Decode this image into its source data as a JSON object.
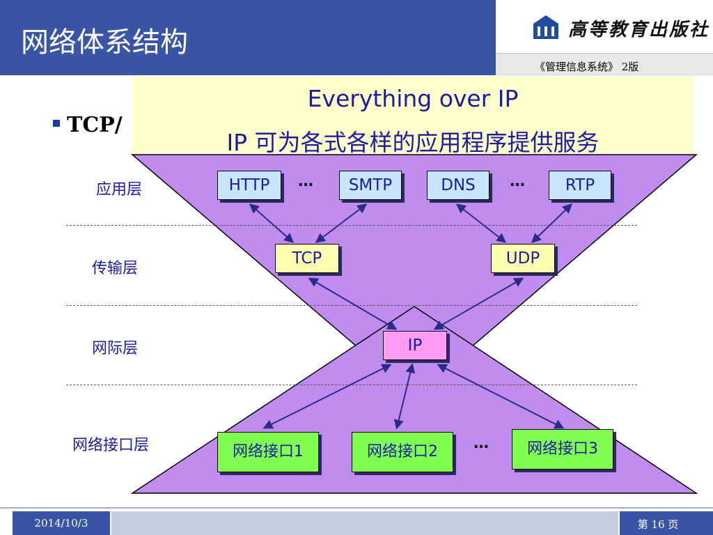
{
  "header": {
    "title": "网络体系结构",
    "publisher": "高等教育出版社",
    "course": "《管理信息系统》 2版"
  },
  "bullet": {
    "text": "TCP/"
  },
  "callout": {
    "line1": "Everything over IP",
    "line2": "IP 可为各式各样的应用程序提供服务"
  },
  "layers": {
    "application": "应用层",
    "transport": "传输层",
    "internet": "网际层",
    "network_interface": "网络接口层"
  },
  "protocols": {
    "http": "HTTP",
    "smtp": "SMTP",
    "dns": "DNS",
    "rtp": "RTP",
    "tcp": "TCP",
    "udp": "UDP",
    "ip": "IP"
  },
  "interfaces": {
    "if1": "网络接口1",
    "if2": "网络接口2",
    "if3": "网络接口3"
  },
  "ellipsis": "…",
  "footer": {
    "date": "2014/10/3",
    "page": "第 16 页"
  },
  "colors": {
    "header_blue": "#3a55a5",
    "funnel_purple": "#c08cf0",
    "app_box": "#c9e4ff",
    "transport_box": "#ffffb0",
    "ip_box": "#ff9cf5",
    "interface_box": "#7fff4f",
    "label_blue": "#1c1ca0"
  }
}
